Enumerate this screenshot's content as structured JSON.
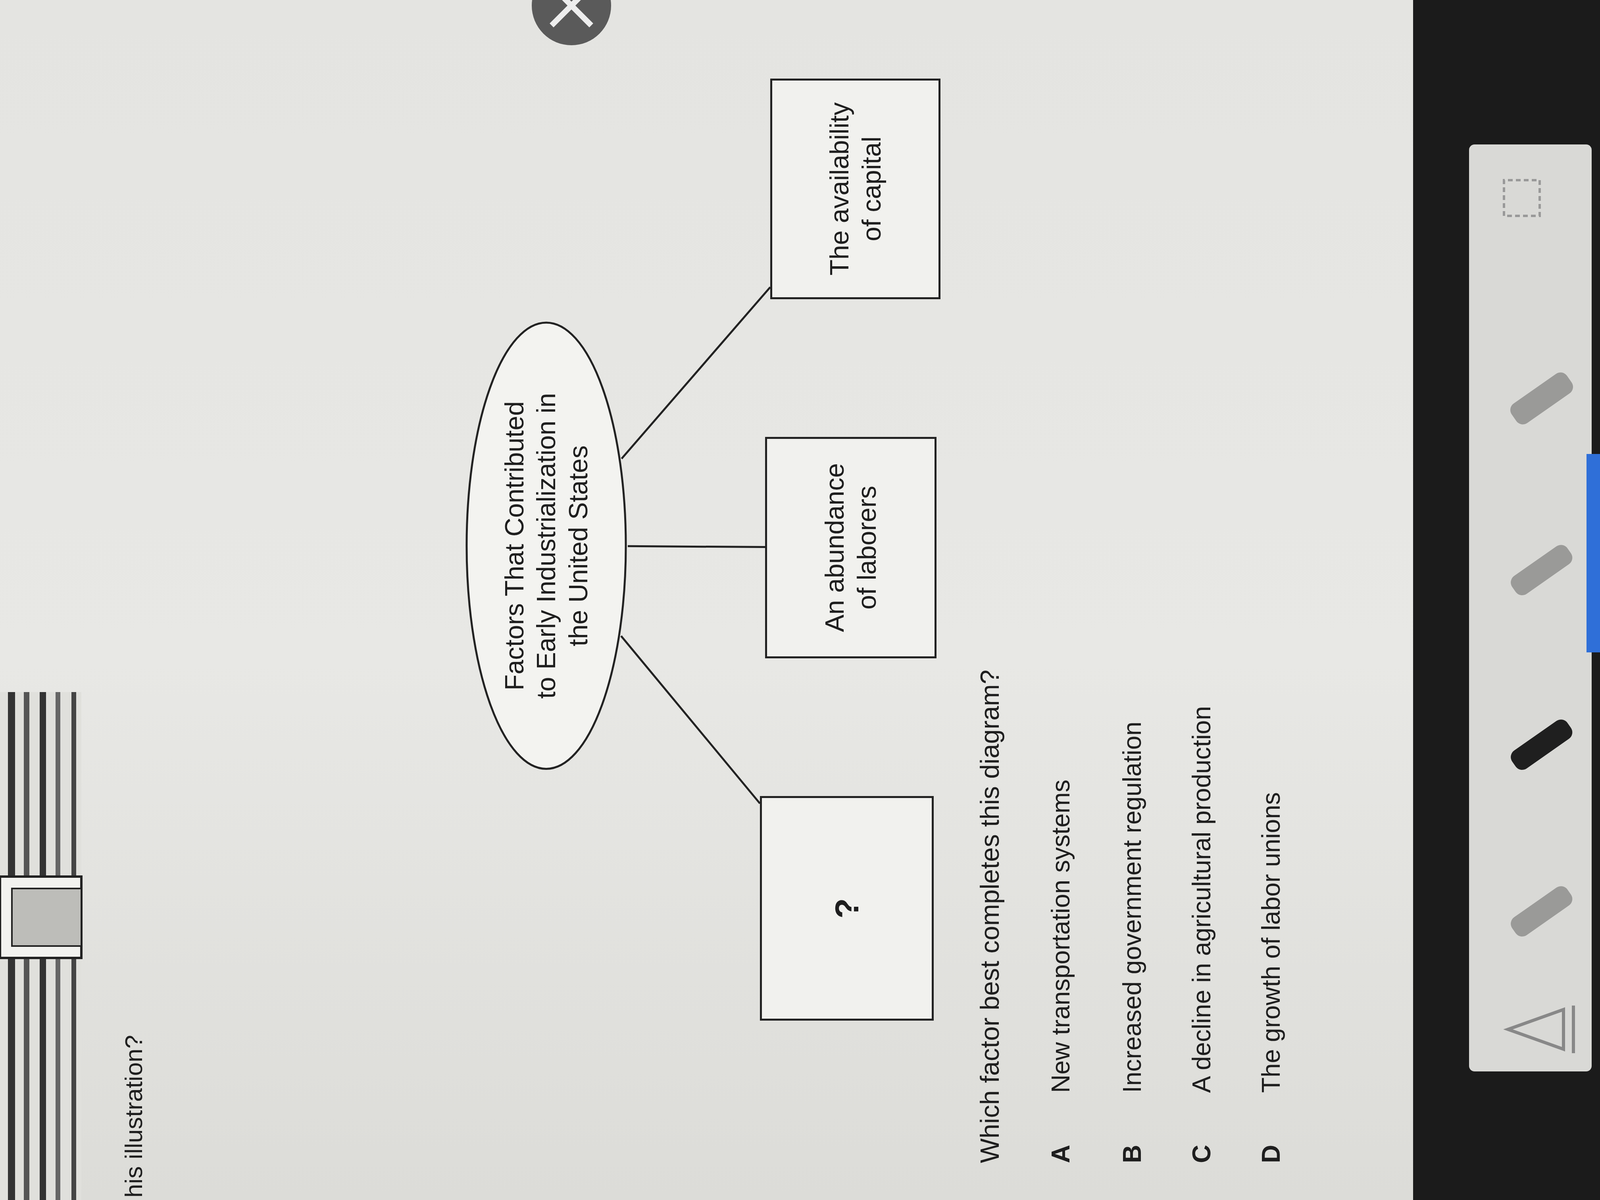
{
  "diagram": {
    "nodes": [
      {
        "text": [
          "Factors That Contributed to Early Industrialization in the United States"
        ]
      },
      {
        "text": [
          "?"
        ]
      },
      {
        "text": [
          "An abundance of laborers"
        ]
      },
      {
        "text": [
          "The availability of capital"
        ]
      }
    ],
    "edges": [
      {
        "from": 0,
        "to": 1,
        "arrow": "none"
      },
      {
        "from": 0,
        "to": 2,
        "arrow": "none"
      },
      {
        "from": 0,
        "to": 3,
        "arrow": "none"
      }
    ],
    "labels": [
      "his illustration?",
      "Which factor best completes this diagram?",
      "A",
      "New transportation systems",
      "B",
      "Increased government regulation",
      "C",
      "A decline in agricultural production",
      "D",
      "The growth of labor unions"
    ]
  }
}
